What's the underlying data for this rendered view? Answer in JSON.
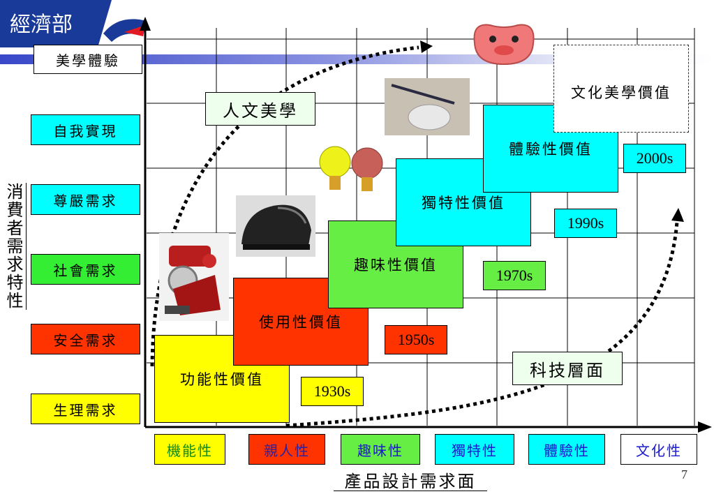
{
  "header": {
    "logo_text": "經濟部",
    "colors": {
      "logo_bg": "#1a3a9a",
      "accent_red": "#e21b23"
    }
  },
  "y_axis": {
    "title": "消費者需求特性",
    "levels": [
      "美學體驗",
      "自我實現",
      "尊嚴需求",
      "社會需求",
      "安全需求",
      "生理需求"
    ]
  },
  "x_axis": {
    "title": "產品設計需求面",
    "categories": [
      "機能性",
      "親人性",
      "趣味性",
      "獨特性",
      "體驗性",
      "文化性"
    ]
  },
  "value_blocks": [
    "功能性價值",
    "使用性價值",
    "趣味性價值",
    "獨特性價值",
    "體驗性價值",
    "文化美學價值"
  ],
  "eras": [
    "1930s",
    "1950s",
    "1970s",
    "1990s",
    "2000s"
  ],
  "curve_labels": {
    "humanities": "人文美學",
    "technology": "科技層面"
  },
  "images": [
    "red-mechanical-device",
    "black-helmet-product",
    "colored-lightbulbs",
    "pencil-stone-sharpener",
    "pink-smiling-face-object"
  ],
  "page_number": "7"
}
